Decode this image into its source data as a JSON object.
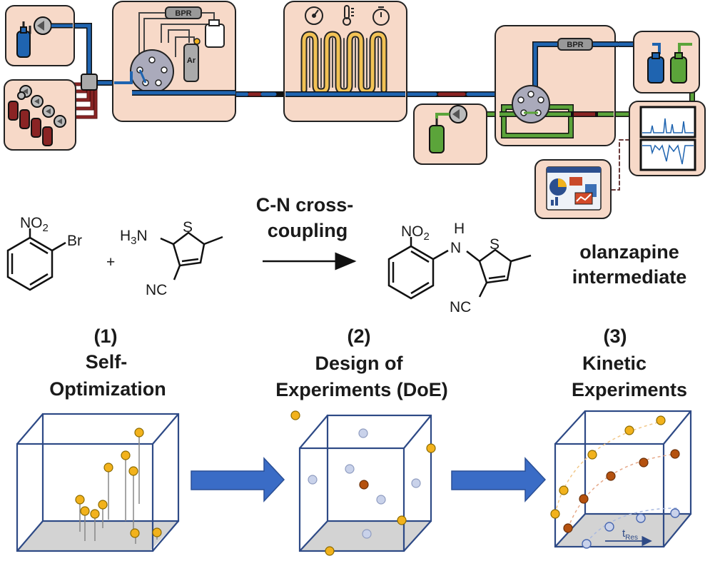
{
  "flow_schematic": {
    "bpr_label_left": "BPR",
    "bpr_label_right": "BPR",
    "gas_label": "Ar",
    "icons": [
      "pressure-gauge-icon",
      "thermometer-icon",
      "stopwatch-icon"
    ]
  },
  "reaction": {
    "reactant1": {
      "substituent_top": "NO2",
      "substituent_side": "Br"
    },
    "plus": "+",
    "reactant2": {
      "amine": "H3N",
      "heteroatom": "S",
      "nitrile": "NC"
    },
    "arrow_line1": "C-N cross-",
    "arrow_line2": "coupling",
    "product": {
      "substituent_top": "NO2",
      "nh_h": "H",
      "nh_n": "N",
      "heteroatom": "S",
      "nitrile": "NC"
    },
    "product_name_line1": "olanzapine",
    "product_name_line2": "intermediate"
  },
  "methods": [
    {
      "number": "(1)",
      "title_line1": "Self-",
      "title_line2": "Optimization"
    },
    {
      "number": "(2)",
      "title_line1": "Design of",
      "title_line2": "Experiments (DoE)"
    },
    {
      "number": "(3)",
      "title_line1": "Kinetic",
      "title_line2": "Experiments"
    }
  ],
  "kinetic_axis_label": {
    "base": "t",
    "subscript": "Res"
  },
  "colors": {
    "module_fill": "#f7d9c8",
    "blue_line": "#1f64b0",
    "red_line": "#8a2424",
    "green_line": "#5ba43a",
    "yellow_coil": "#f2c255",
    "cube_edge": "#2e4a86",
    "yellow_dot": "#f2b21c",
    "orange_dot": "#b5520f",
    "light_dot": "#c9d2ea",
    "arrow": "#3a6cc6"
  }
}
